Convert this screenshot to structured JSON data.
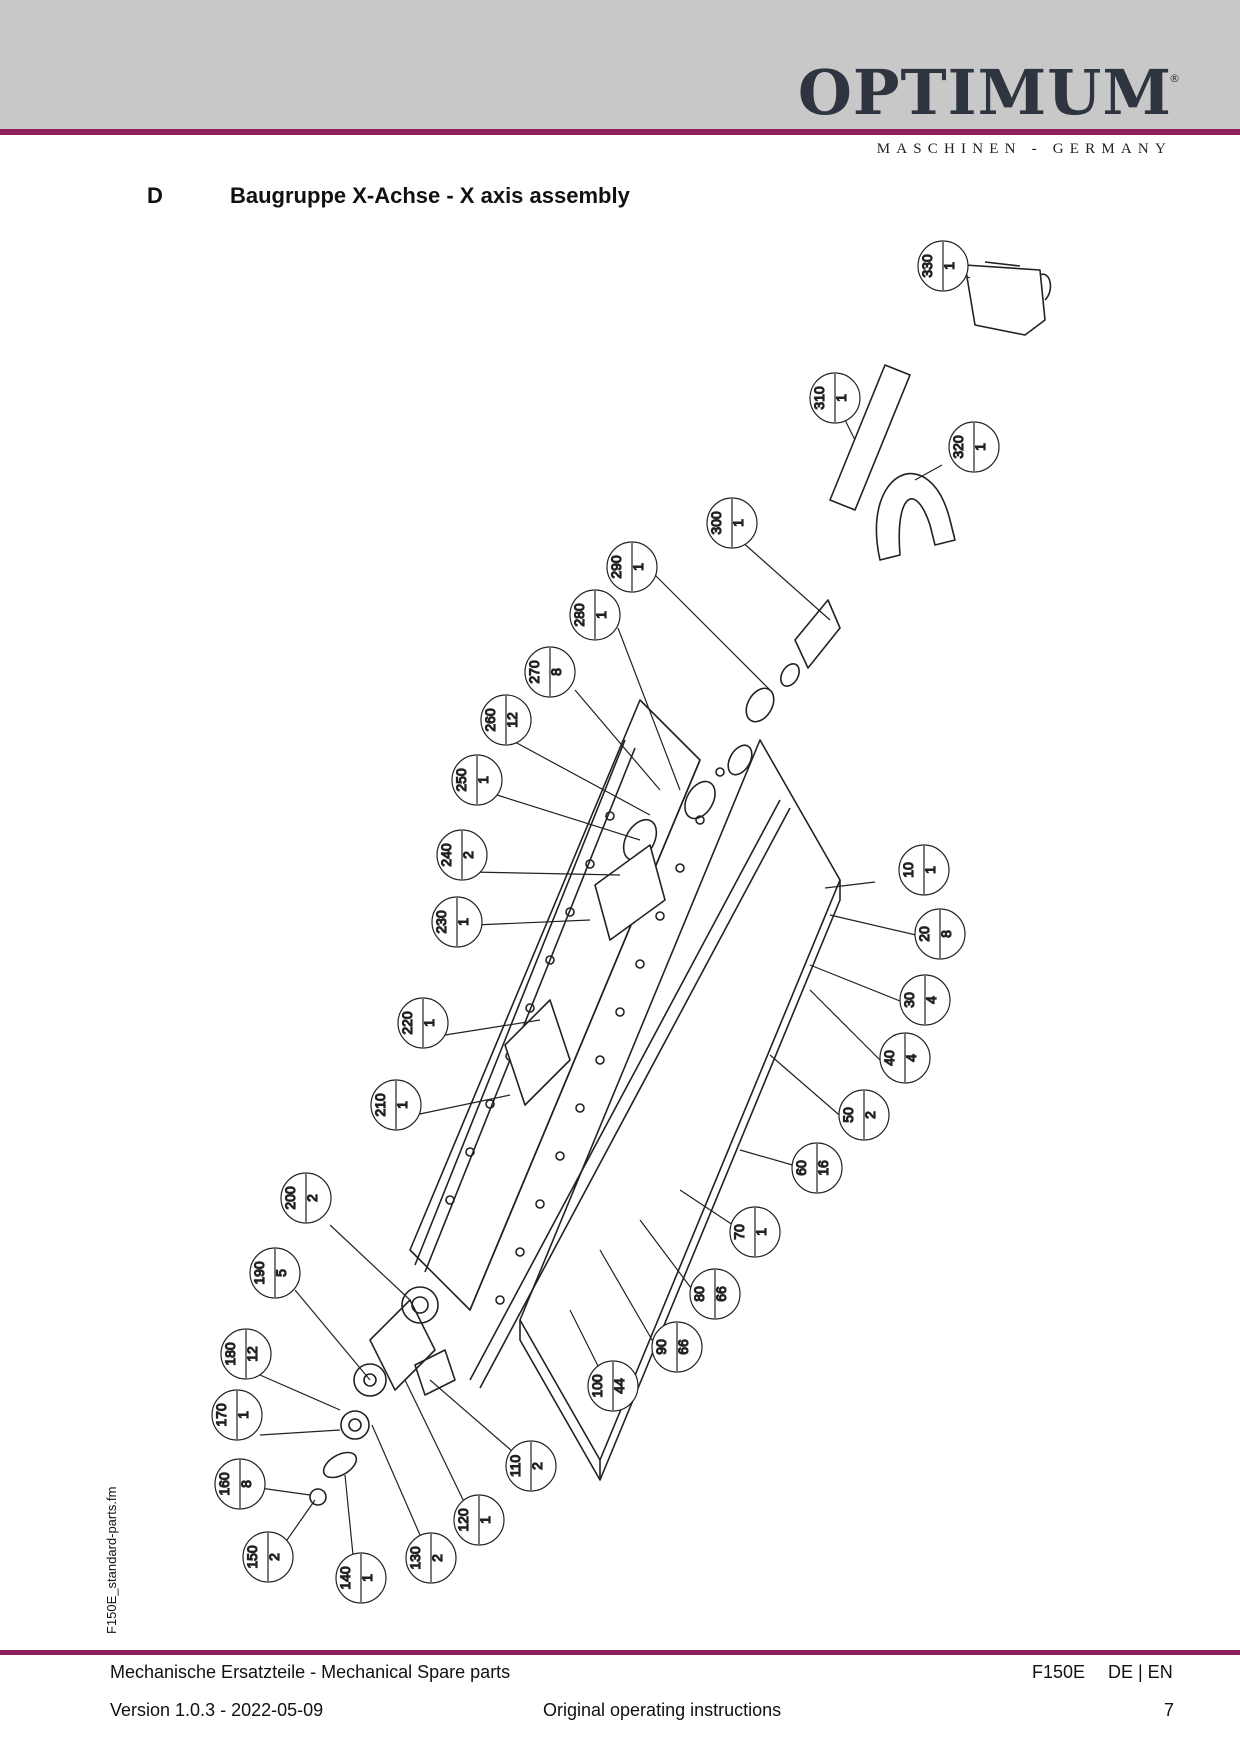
{
  "header": {
    "logo_text": "OPTIMUM",
    "logo_reg": "®",
    "logo_sub": "MASCHINEN - GERMANY",
    "brand_color": "#8c1f5c"
  },
  "section": {
    "letter": "D",
    "title": "Baugruppe X-Achse - X axis assembly"
  },
  "side_file": "F150E_standard-parts.fm",
  "parts": [
    {
      "pos": "10",
      "qty": "1"
    },
    {
      "pos": "20",
      "qty": "8"
    },
    {
      "pos": "30",
      "qty": "4"
    },
    {
      "pos": "40",
      "qty": "4"
    },
    {
      "pos": "50",
      "qty": "2"
    },
    {
      "pos": "60",
      "qty": "16"
    },
    {
      "pos": "70",
      "qty": "1"
    },
    {
      "pos": "80",
      "qty": "66"
    },
    {
      "pos": "90",
      "qty": "66"
    },
    {
      "pos": "100",
      "qty": "44"
    },
    {
      "pos": "110",
      "qty": "2"
    },
    {
      "pos": "120",
      "qty": "1"
    },
    {
      "pos": "130",
      "qty": "2"
    },
    {
      "pos": "140",
      "qty": "1"
    },
    {
      "pos": "150",
      "qty": "2"
    },
    {
      "pos": "160",
      "qty": "8"
    },
    {
      "pos": "170",
      "qty": "1"
    },
    {
      "pos": "180",
      "qty": "12"
    },
    {
      "pos": "190",
      "qty": "5"
    },
    {
      "pos": "200",
      "qty": "2"
    },
    {
      "pos": "210",
      "qty": "1"
    },
    {
      "pos": "220",
      "qty": "1"
    },
    {
      "pos": "230",
      "qty": "1"
    },
    {
      "pos": "240",
      "qty": "2"
    },
    {
      "pos": "250",
      "qty": "1"
    },
    {
      "pos": "260",
      "qty": "12"
    },
    {
      "pos": "270",
      "qty": "8"
    },
    {
      "pos": "280",
      "qty": "1"
    },
    {
      "pos": "290",
      "qty": "1"
    },
    {
      "pos": "300",
      "qty": "1"
    },
    {
      "pos": "310",
      "qty": "1"
    },
    {
      "pos": "320",
      "qty": "1"
    },
    {
      "pos": "330",
      "qty": "1"
    }
  ],
  "footer": {
    "title": "Mechanische Ersatzteile - Mechanical Spare parts",
    "model": "F150E",
    "lang": "DE | EN",
    "version": "Version 1.0.3 - 2022-05-09",
    "original": "Original operating instructions",
    "page": "7"
  }
}
